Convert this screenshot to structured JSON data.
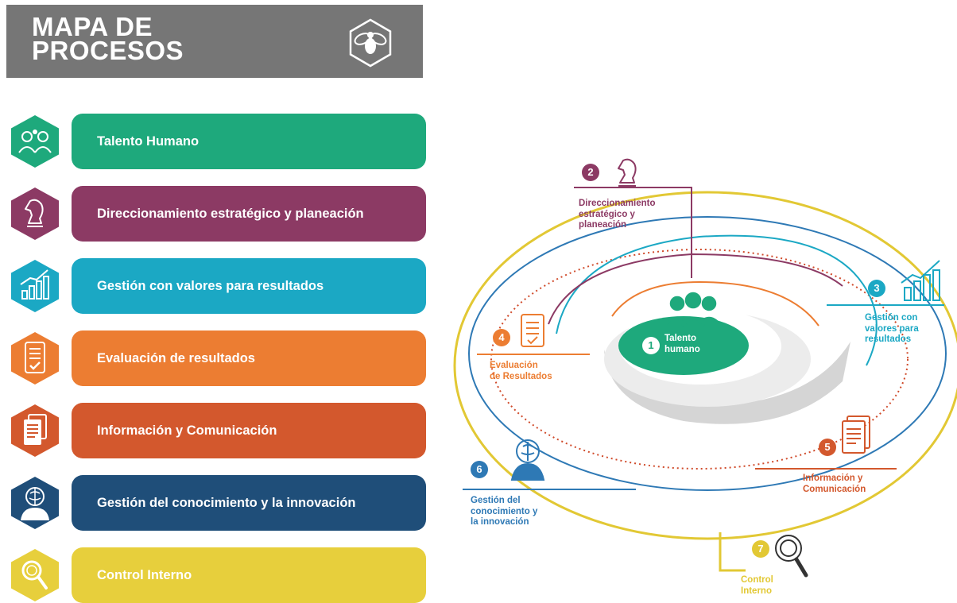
{
  "header": {
    "title_line1": "MAPA DE",
    "title_line2": "PROCESOS"
  },
  "processes": [
    {
      "label": "Talento Humano",
      "color": "#1EA97C",
      "icon": "people-icon"
    },
    {
      "label": "Direccionamiento estratégico y planeación",
      "color": "#8C3A64",
      "icon": "chess-knight-icon"
    },
    {
      "label": "Gestión con valores para resultados",
      "color": "#1BA8C4",
      "icon": "bar-chart-icon"
    },
    {
      "label": "Evaluación de resultados",
      "color": "#EC7D32",
      "icon": "checklist-icon"
    },
    {
      "label": "Información y Comunicación",
      "color": "#D3582D",
      "icon": "documents-icon"
    },
    {
      "label": "Gestión del conocimiento y la innovación",
      "color": "#1F4E79",
      "icon": "brain-head-icon"
    },
    {
      "label": "Control Interno",
      "color": "#E7CF3C",
      "icon": "magnifier-icon"
    }
  ],
  "diagram": {
    "center": {
      "number": "1",
      "line1": "Talento",
      "line2": "humano"
    },
    "nodes": [
      {
        "number": "2",
        "lines": [
          "Direccionamiento",
          "estratégico y",
          "planeación"
        ]
      },
      {
        "number": "3",
        "lines": [
          "Gestión con",
          "valores para",
          "resultados"
        ]
      },
      {
        "number": "4",
        "lines": [
          "Evaluación",
          "de Resultados"
        ]
      },
      {
        "number": "5",
        "lines": [
          "Información y",
          "Comunicación"
        ]
      },
      {
        "number": "6",
        "lines": [
          "Gestión del",
          "conocimiento y",
          "la innovación"
        ]
      },
      {
        "number": "7",
        "lines": [
          "Control",
          "Interno"
        ]
      }
    ]
  }
}
